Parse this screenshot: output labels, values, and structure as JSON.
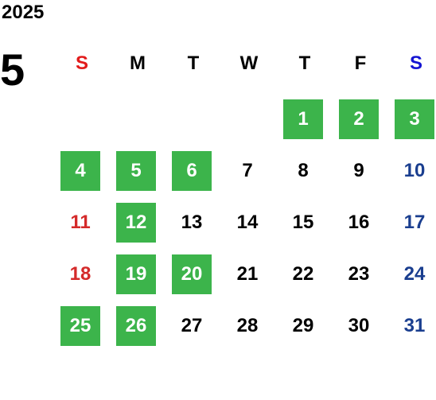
{
  "calendar": {
    "year": "2025",
    "month": "5",
    "weekdays": [
      "S",
      "M",
      "T",
      "W",
      "T",
      "F",
      "S"
    ],
    "weekday_colors": [
      "#e21b1b",
      "#000000",
      "#000000",
      "#000000",
      "#000000",
      "#000000",
      "#1414d2"
    ],
    "day_colors": {
      "sunday": "#d42a2a",
      "weekday": "#000000",
      "saturday": "#1a3e8f",
      "highlight_text": "#ffffff",
      "highlight_bg": "#3cb44b"
    },
    "weeks": [
      [
        null,
        null,
        null,
        null,
        {
          "day": "1",
          "hl": true
        },
        {
          "day": "2",
          "hl": true
        },
        {
          "day": "3",
          "hl": true
        }
      ],
      [
        {
          "day": "4",
          "hl": true
        },
        {
          "day": "5",
          "hl": true
        },
        {
          "day": "6",
          "hl": true
        },
        {
          "day": "7"
        },
        {
          "day": "8"
        },
        {
          "day": "9"
        },
        {
          "day": "10"
        }
      ],
      [
        {
          "day": "11"
        },
        {
          "day": "12",
          "hl": true
        },
        {
          "day": "13"
        },
        {
          "day": "14"
        },
        {
          "day": "15"
        },
        {
          "day": "16"
        },
        {
          "day": "17"
        }
      ],
      [
        {
          "day": "18"
        },
        {
          "day": "19",
          "hl": true
        },
        {
          "day": "20",
          "hl": true
        },
        {
          "day": "21"
        },
        {
          "day": "22"
        },
        {
          "day": "23"
        },
        {
          "day": "24"
        }
      ],
      [
        {
          "day": "25",
          "hl": true
        },
        {
          "day": "26",
          "hl": true
        },
        {
          "day": "27"
        },
        {
          "day": "28"
        },
        {
          "day": "29"
        },
        {
          "day": "30"
        },
        {
          "day": "31"
        }
      ]
    ]
  }
}
